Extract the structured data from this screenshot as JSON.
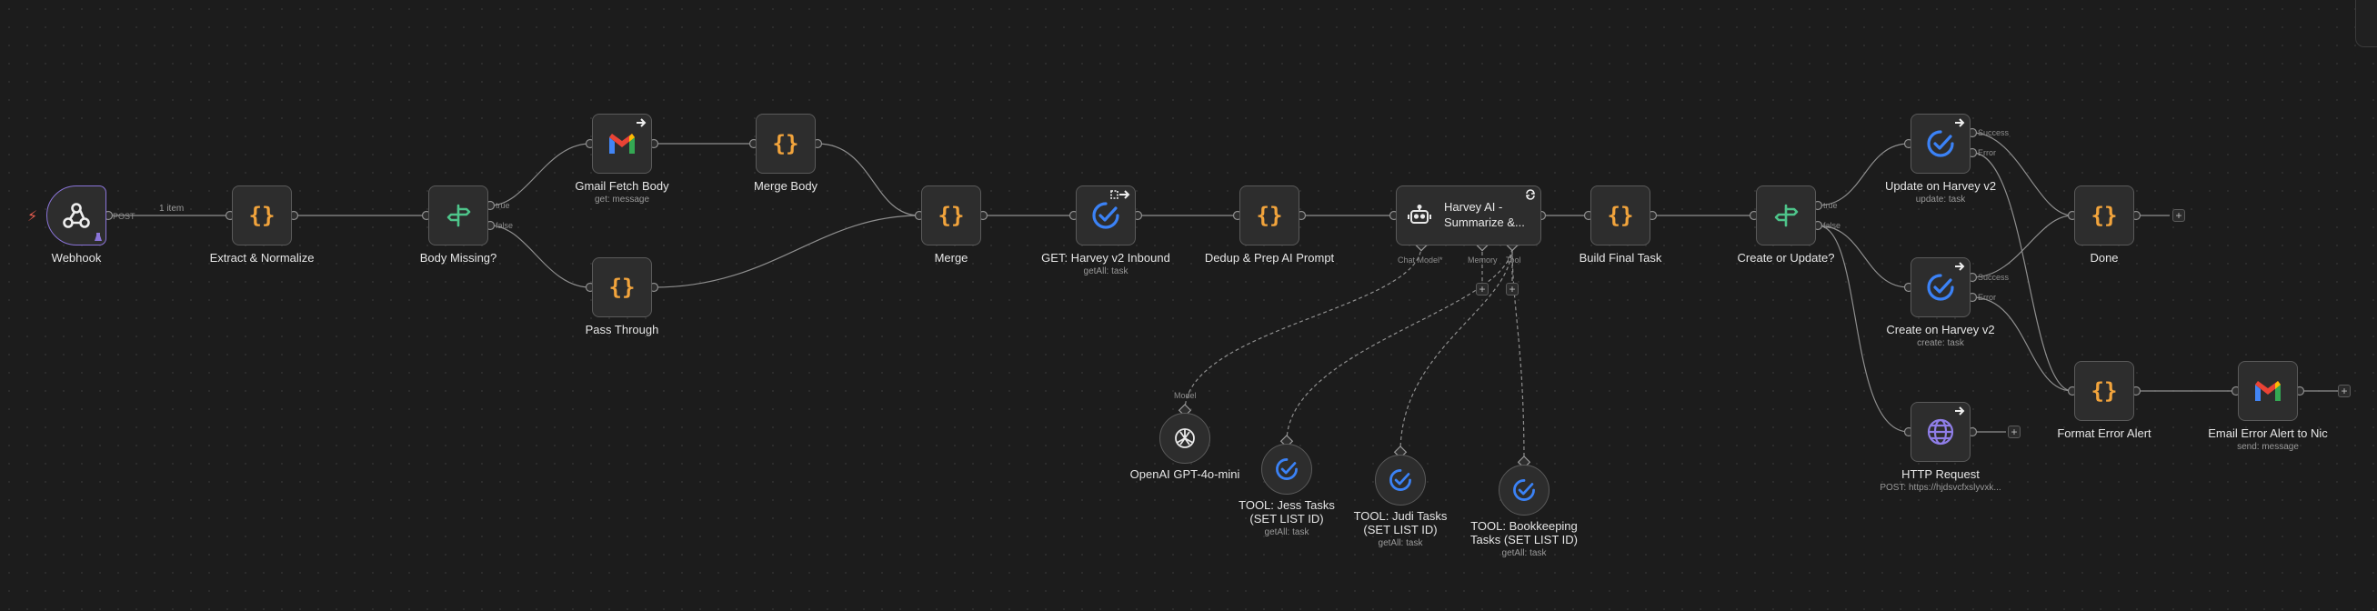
{
  "canvas": {
    "edge_label_webhook": "1 item",
    "accent": "#8a74d8",
    "trigger_color": "#e65c4f"
  },
  "nodes": {
    "webhook": {
      "title": "Webhook",
      "port_label": "POST",
      "icon": "webhook-icon"
    },
    "extract": {
      "title": "Extract & Normalize",
      "icon": "code-braces-icon"
    },
    "body_missing": {
      "title": "Body Missing?",
      "icon": "if-branch-icon",
      "port_true": "true",
      "port_false": "false"
    },
    "gmail_fetch": {
      "title": "Gmail Fetch Body",
      "subtitle": "get: message",
      "icon": "gmail-icon"
    },
    "merge_body": {
      "title": "Merge Body",
      "icon": "code-braces-icon"
    },
    "pass_through": {
      "title": "Pass Through",
      "icon": "code-braces-icon"
    },
    "merge": {
      "title": "Merge",
      "icon": "code-braces-icon"
    },
    "get_harvey": {
      "title": "GET: Harvey v2 Inbound",
      "subtitle": "getAll: task",
      "icon": "harvey-check-icon"
    },
    "dedup": {
      "title": "Dedup & Prep AI Prompt",
      "icon": "code-braces-icon"
    },
    "harvey_ai": {
      "title": "Harvey AI -\nSummarize &...",
      "icon": "robot-icon",
      "port_chat_model": "Chat Model*",
      "port_memory": "Memory",
      "port_tool": "Tool"
    },
    "build_final": {
      "title": "Build Final Task",
      "icon": "code-braces-icon"
    },
    "create_or_update": {
      "title": "Create or Update?",
      "icon": "if-branch-icon",
      "port_true": "true",
      "port_false": "false"
    },
    "update_harvey": {
      "title": "Update on Harvey v2",
      "subtitle": "update: task",
      "icon": "harvey-check-icon",
      "port_success": "Success",
      "port_error": "Error"
    },
    "create_harvey": {
      "title": "Create on Harvey v2",
      "subtitle": "create: task",
      "icon": "harvey-check-icon",
      "port_success": "Success",
      "port_error": "Error"
    },
    "http_request": {
      "title": "HTTP Request",
      "subtitle": "POST: https://hjdsvcfxslyvxk...",
      "icon": "globe-icon"
    },
    "done": {
      "title": "Done",
      "icon": "code-braces-icon"
    },
    "format_error": {
      "title": "Format Error Alert",
      "icon": "code-braces-icon"
    },
    "email_error": {
      "title": "Email Error Alert to Nic",
      "subtitle": "send: message",
      "icon": "gmail-icon"
    },
    "openai": {
      "title": "OpenAI GPT-4o-mini",
      "port_label": "Model",
      "icon": "openai-icon"
    },
    "tool_jess": {
      "title": "TOOL: Jess Tasks\n(SET LIST ID)",
      "subtitle": "getAll: task",
      "icon": "harvey-check-icon"
    },
    "tool_judi": {
      "title": "TOOL: Judi Tasks\n(SET LIST ID)",
      "subtitle": "getAll: task",
      "icon": "harvey-check-icon"
    },
    "tool_bookkeeping": {
      "title": "TOOL: Bookkeeping\nTasks (SET LIST ID)",
      "subtitle": "getAll: task",
      "icon": "harvey-check-icon"
    }
  },
  "plus_label": "+"
}
